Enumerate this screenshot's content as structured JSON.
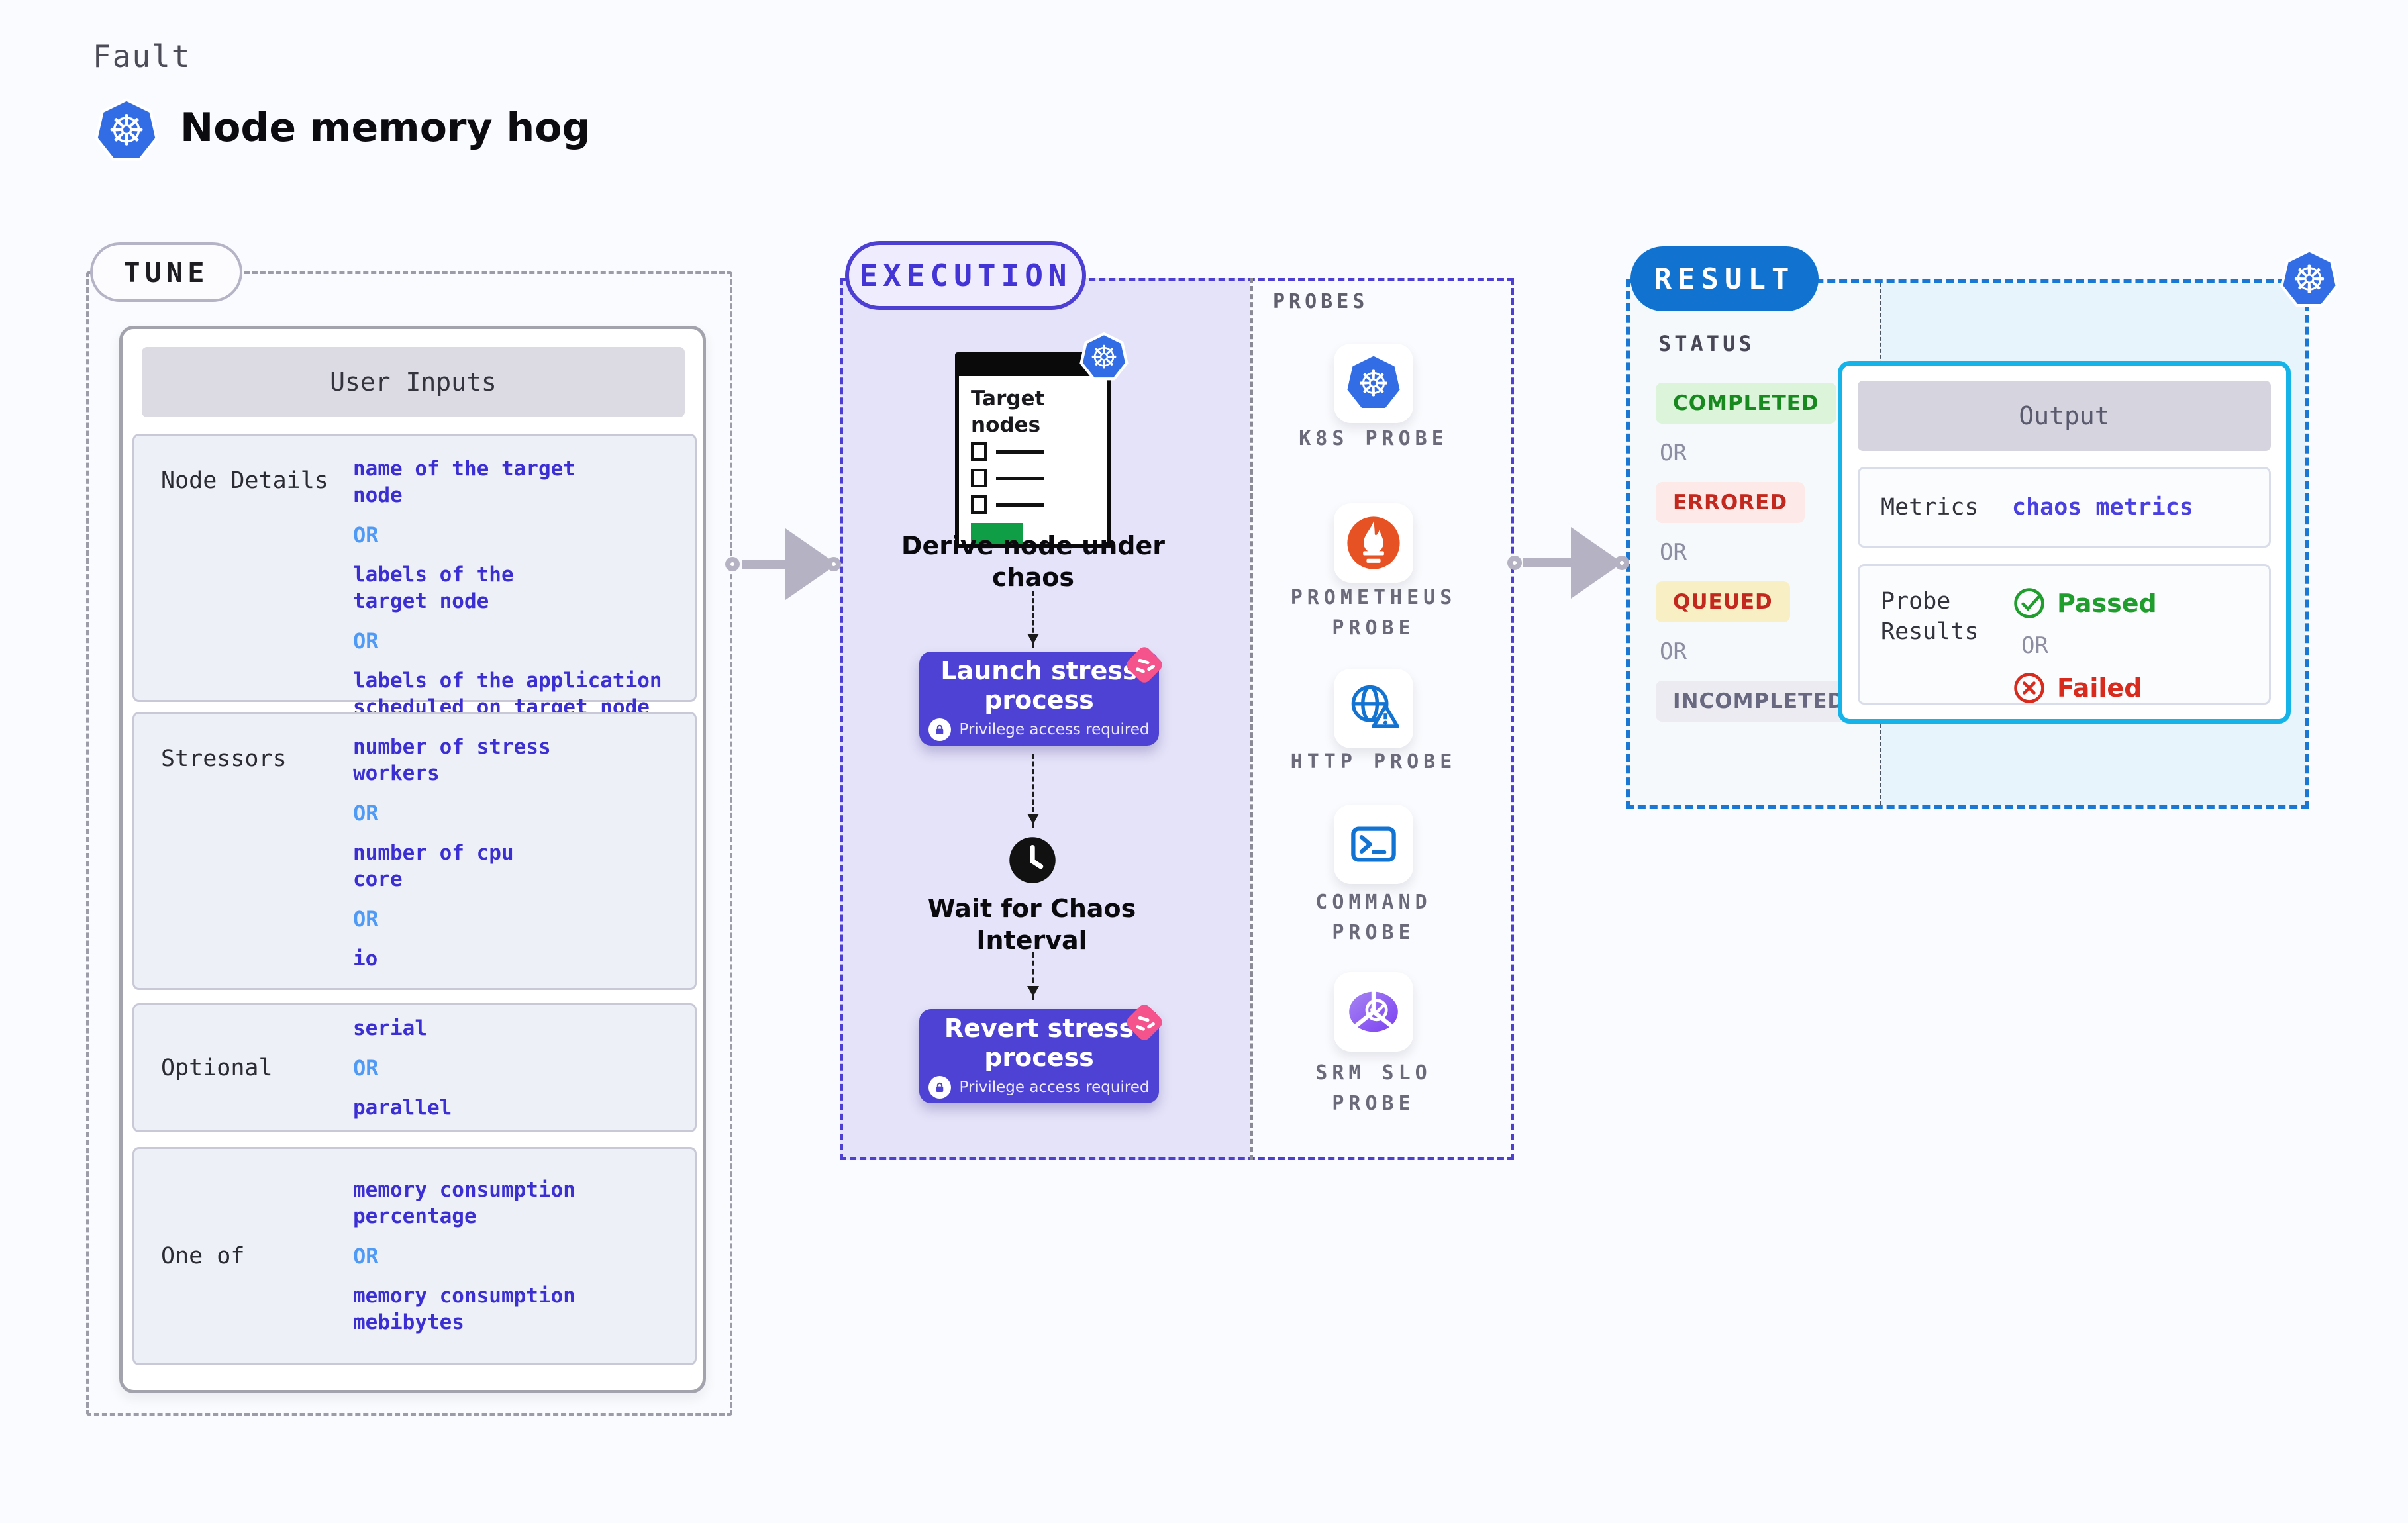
{
  "page": {
    "fault_label": "Fault",
    "title": "Node memory hog"
  },
  "icons": {
    "kubernetes_glyph": "☸"
  },
  "colors": {
    "kubernetes_blue": "#326de6",
    "accent_indigo": "#4c3fd2",
    "value_indigo": "#3b2fd4",
    "or_blue": "#4e9af5",
    "result_blue": "#1173cf",
    "output_cyan": "#16b3e8",
    "success_green": "#1f9e2d",
    "error_red": "#d92b1d",
    "queued_bg": "#f9efc4",
    "pink_badge": "#f4538c",
    "prometheus_orange": "#e75225",
    "probe_blue": "#1273d2",
    "srm_purple": "#7c4fe8"
  },
  "tune": {
    "tag": "TUNE",
    "table_title": "User Inputs",
    "rows": [
      {
        "label": "Node Details",
        "lines": [
          "name of the target\nnode",
          "OR",
          "labels of the\ntarget node",
          "OR",
          "labels of the application\n scheduled on target node"
        ]
      },
      {
        "label": "Stressors",
        "lines": [
          "number of stress\nworkers",
          "OR",
          "number of cpu\ncore",
          "OR",
          "io"
        ]
      },
      {
        "label": "Optional",
        "lines": [
          "serial",
          "OR",
          "parallel"
        ]
      },
      {
        "label": "One of",
        "lines": [
          "memory consumption\npercentage",
          "OR",
          "memory consumption\nmebibytes"
        ]
      }
    ]
  },
  "execution": {
    "tag": "EXECUTION",
    "target_card_title": "Target\nnodes",
    "derive_caption": "Derive node under\nchaos",
    "launch_title": "Launch stress\nprocess",
    "privilege_note": "Privilege access required",
    "wait_caption": "Wait for Chaos\nInterval",
    "revert_title": "Revert stress\nprocess",
    "probes_label": "PROBES",
    "probes": [
      {
        "label": "K8S PROBE",
        "icon": "kubernetes-icon"
      },
      {
        "label": "PROMETHEUS PROBE",
        "icon": "prometheus-icon"
      },
      {
        "label": "HTTP PROBE",
        "icon": "globe-alert-icon"
      },
      {
        "label": "COMMAND PROBE",
        "icon": "terminal-icon"
      },
      {
        "label": "SRM SLO PROBE",
        "icon": "slo-donut-icon"
      }
    ]
  },
  "result": {
    "tag": "RESULT",
    "status_label": "STATUS",
    "or_label": "OR",
    "statuses": [
      {
        "text": "COMPLETED",
        "variant": "success"
      },
      {
        "text": "ERRORED",
        "variant": "error"
      },
      {
        "text": "QUEUED",
        "variant": "warning"
      },
      {
        "text": "INCOMPLETED",
        "variant": "neutral"
      }
    ],
    "output": {
      "title": "Output",
      "metrics_label": "Metrics",
      "metrics_value": "chaos metrics",
      "probe_results_label": "Probe\nResults",
      "passed_label": "Passed",
      "or_label": "OR",
      "failed_label": "Failed"
    }
  }
}
